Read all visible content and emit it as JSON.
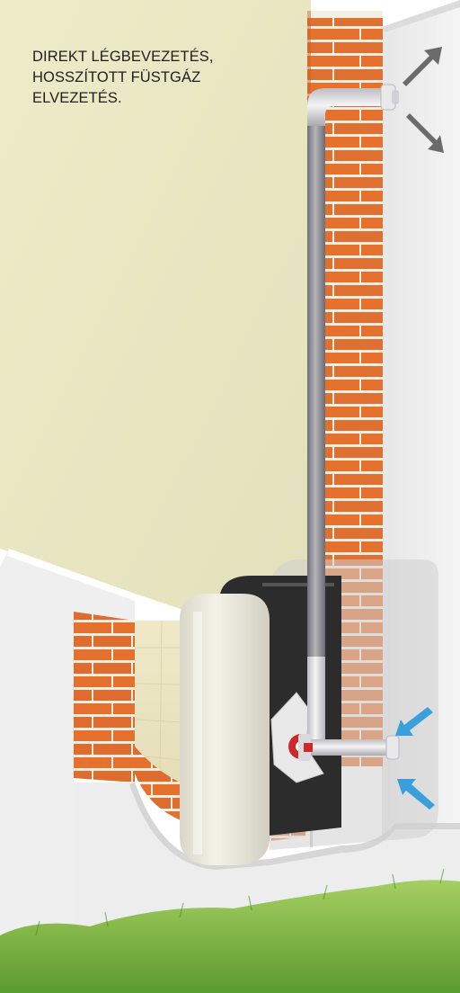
{
  "caption": {
    "line1": "DIREKT LÉGBEVEZETÉS,",
    "line2": "HOSSZÍTOTT FÜSTGÁZ",
    "line3": "ELVEZETÉS."
  },
  "colors": {
    "interior_wall": "#ecebc8",
    "brick": "#e4722e",
    "mortar": "#f5efe4",
    "plaster": "#eeeeee",
    "flue_pipe": "#8f8f95",
    "intake_arrow": "#3aa0dc",
    "exhaust_arrow": "#6b6b6b",
    "grass": "#7fb347"
  },
  "icons": {
    "heater": "wall-mounted-gas-convector",
    "exhaust_arrows": "outflow-arrow",
    "intake_arrows": "inflow-arrow"
  }
}
